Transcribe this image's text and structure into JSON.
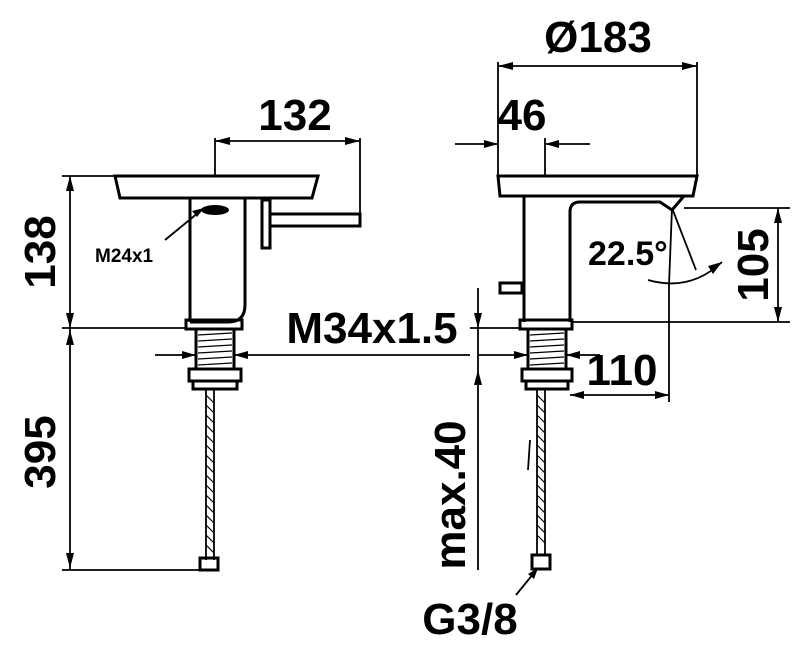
{
  "dimensions": {
    "width_132": "132",
    "height_138": "138",
    "thread_m24": "M24x1",
    "height_395": "395",
    "thread_m34": "M34x1.5",
    "diameter_183": "Ø183",
    "width_46": "46",
    "angle_22_5": "22.5°",
    "height_105": "105",
    "reach_110": "110",
    "max_40": "max.40",
    "connection_g38": "G3/8"
  }
}
